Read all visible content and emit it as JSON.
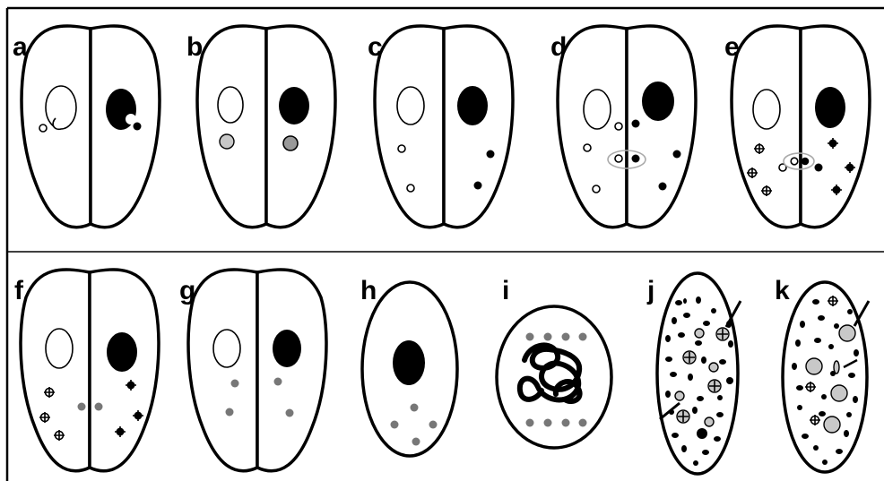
{
  "figure": {
    "panel_labels": [
      "a",
      "b",
      "c",
      "d",
      "e",
      "f",
      "g",
      "h",
      "i",
      "j",
      "k"
    ]
  }
}
